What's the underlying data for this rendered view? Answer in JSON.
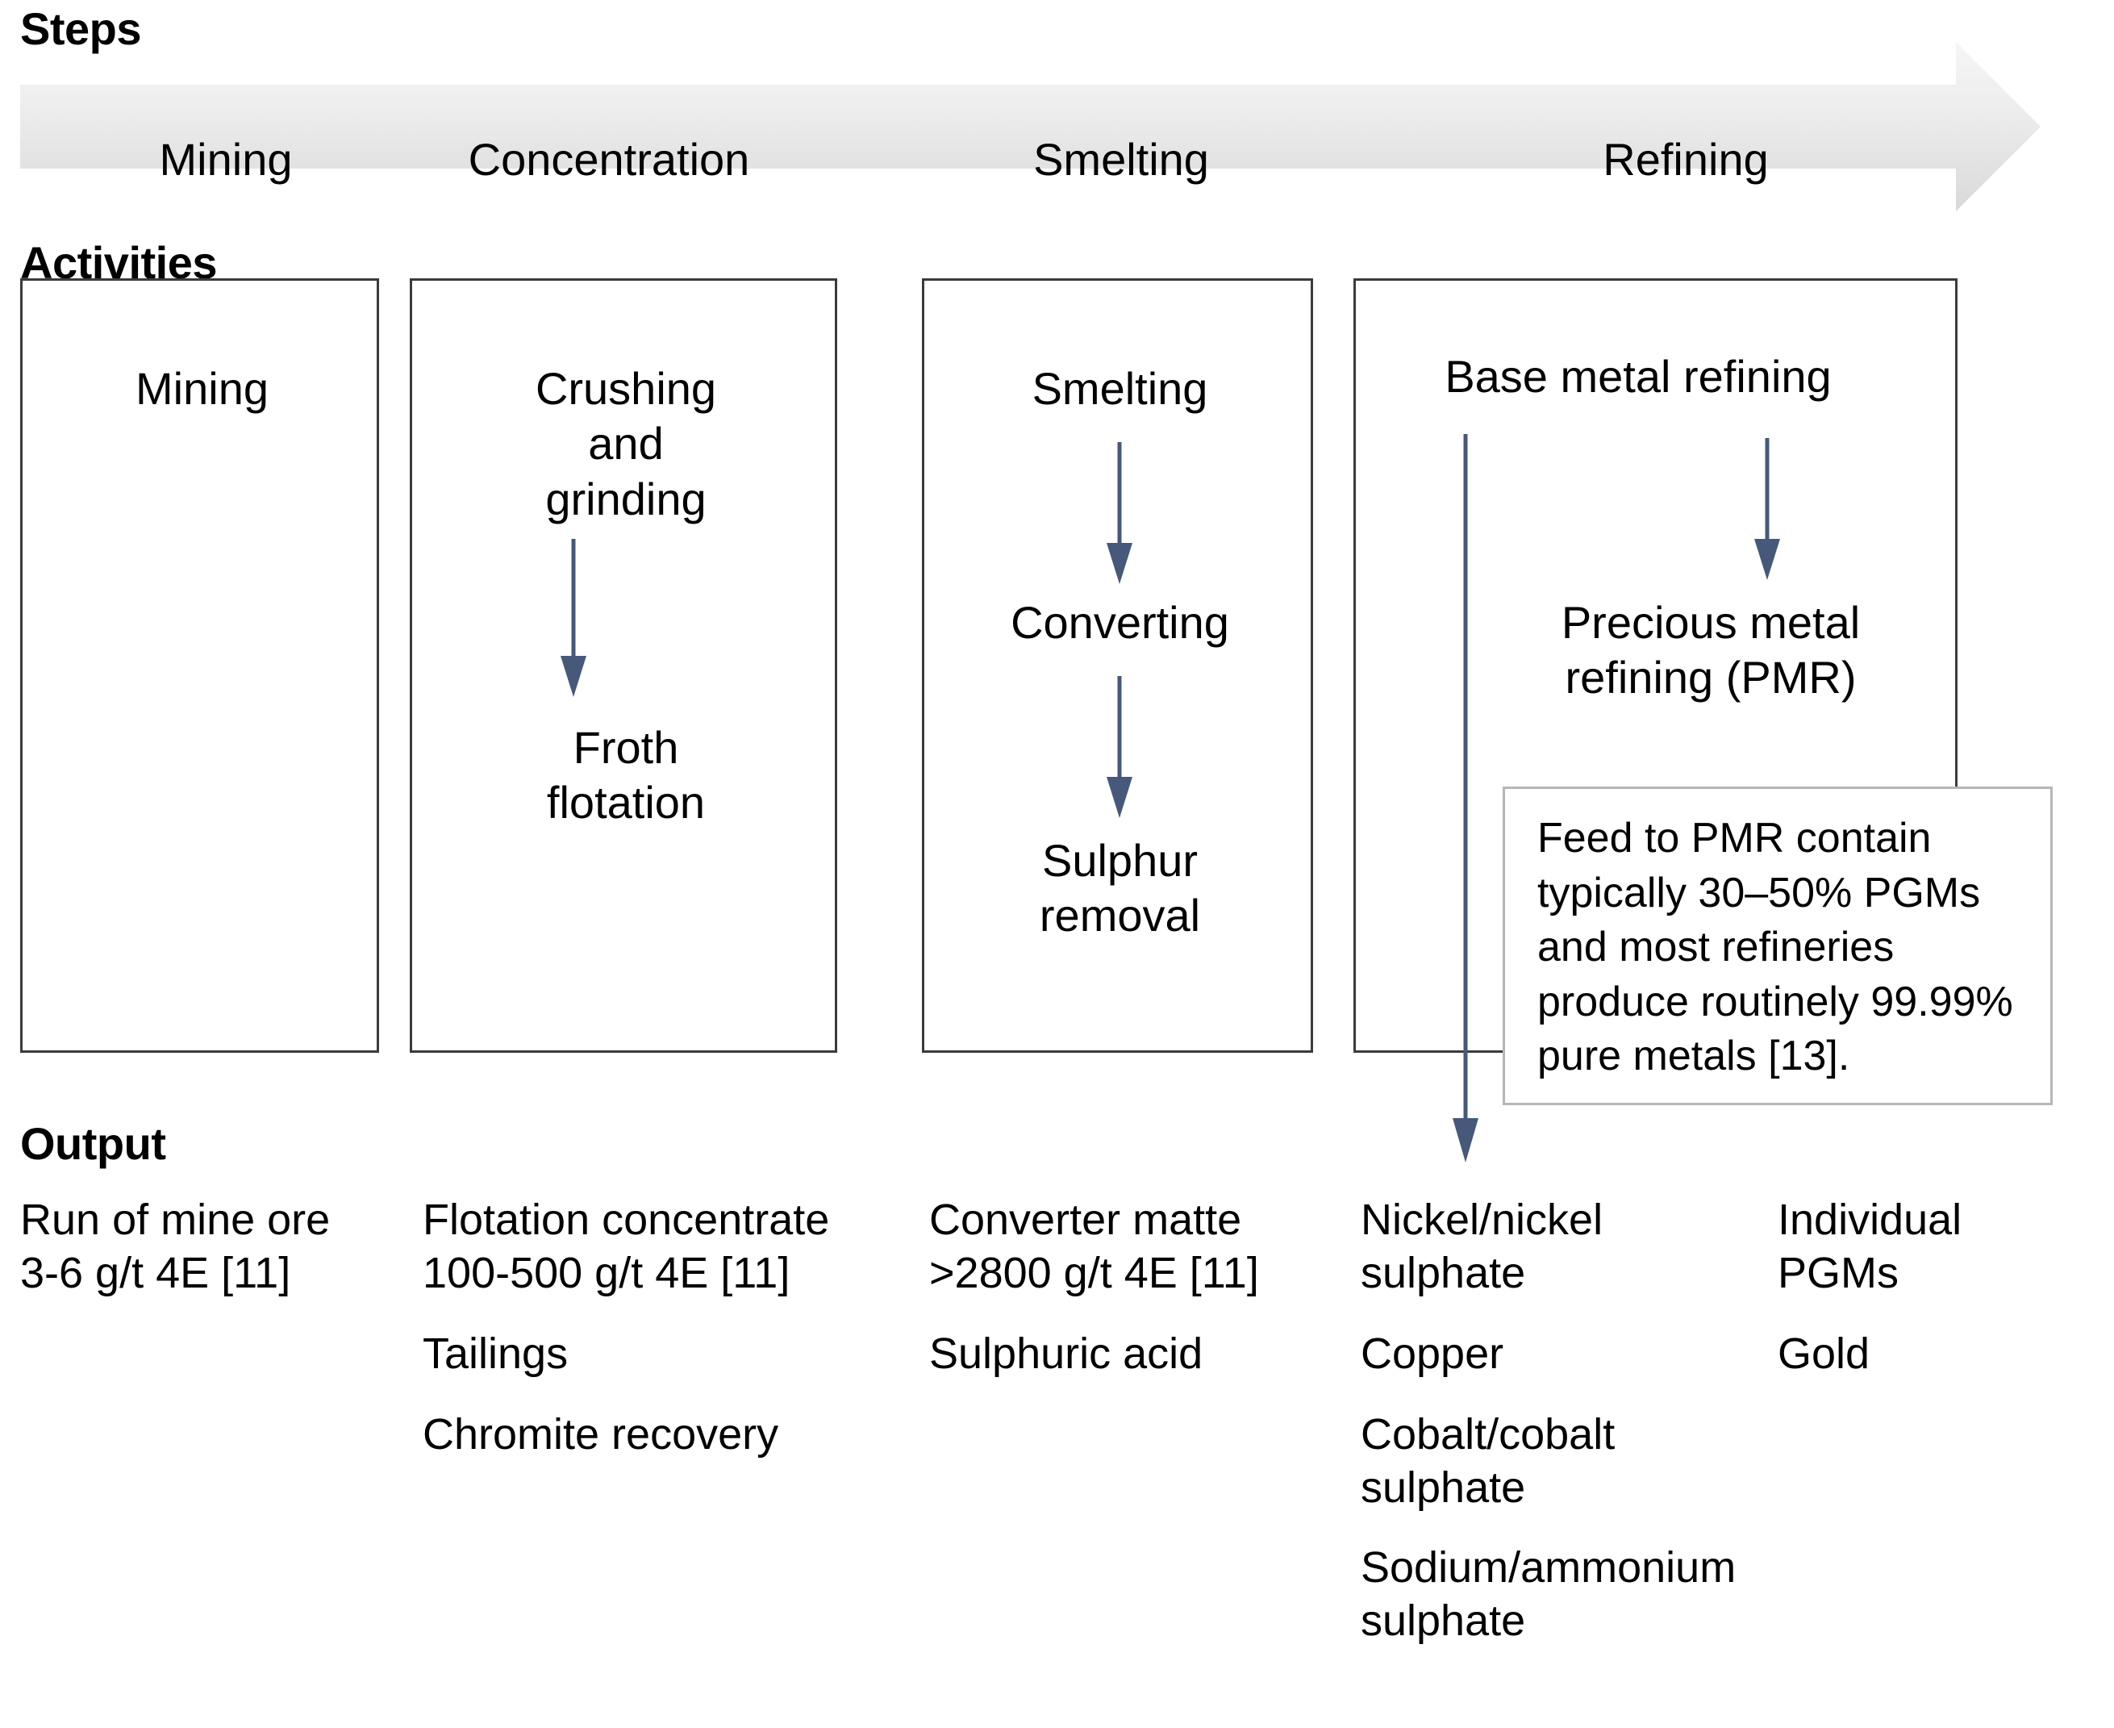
{
  "sections": {
    "steps_heading": "Steps",
    "activities_heading": "Activities",
    "output_heading": "Output"
  },
  "steps": {
    "labels": [
      "Mining",
      "Concentration",
      "Smelting",
      "Refining"
    ],
    "arrow_fill_light": "#f2f2f2",
    "arrow_fill_dark": "#dcdcdc"
  },
  "activities": {
    "arrow_color": "#46597a",
    "boxes": [
      {
        "items": [
          "Mining"
        ]
      },
      {
        "items": [
          "Crushing\nand\ngrinding",
          "Froth\nflotation"
        ]
      },
      {
        "items": [
          "Smelting",
          "Converting",
          "Sulphur\nremoval"
        ]
      },
      {
        "items": [
          "Base metal refining",
          "Precious metal\nrefining (PMR)"
        ]
      }
    ]
  },
  "callout": {
    "text": "Feed to PMR contain typically 30–50% PGMs and most refineries produce routinely 99.99% pure metals [13]."
  },
  "output": {
    "columns": [
      {
        "items": [
          "Run of mine ore\n3-6 g/t 4E [11]"
        ]
      },
      {
        "items": [
          "Flotation concentrate\n100-500 g/t 4E [11]",
          "Tailings",
          "Chromite recovery"
        ]
      },
      {
        "items": [
          "Converter matte\n>2800 g/t 4E [11]",
          "Sulphuric acid"
        ]
      },
      {
        "items": [
          "Nickel/nickel\nsulphate",
          "Copper",
          "Cobalt/cobalt\nsulphate",
          "Sodium/ammonium\nsulphate"
        ]
      },
      {
        "items": [
          "Individual\nPGMs",
          "Gold"
        ]
      }
    ]
  }
}
